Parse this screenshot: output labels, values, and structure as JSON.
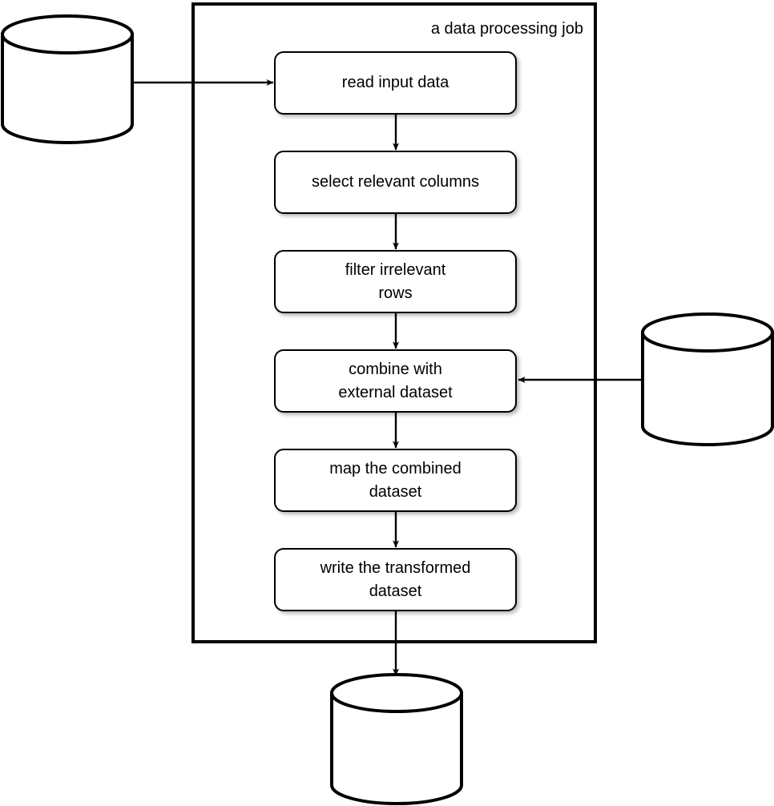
{
  "diagram": {
    "type": "flowchart",
    "title": "a data processing job",
    "container": {
      "label": "a data processing job",
      "name": "data-processing-job-container"
    },
    "steps": [
      {
        "id": "read-input-data",
        "label": "read input data"
      },
      {
        "id": "select-relevant-columns",
        "label": "select relevant columns"
      },
      {
        "id": "filter-irrelevant-rows",
        "label": "filter irrelevant\nrows"
      },
      {
        "id": "combine-with-external-dataset",
        "label": "combine with\nexternal dataset"
      },
      {
        "id": "map-the-combined-dataset",
        "label": "map the combined\ndataset"
      },
      {
        "id": "write-the-transformed-dataset",
        "label": "write the transformed\ndataset"
      }
    ],
    "datastores": [
      {
        "id": "input-datastore",
        "label": "",
        "position": "left"
      },
      {
        "id": "external-datastore",
        "label": "",
        "position": "right"
      },
      {
        "id": "output-datastore",
        "label": "",
        "position": "bottom"
      }
    ],
    "connections": [
      {
        "from": "input-datastore",
        "to": "read-input-data",
        "direction": "right"
      },
      {
        "from": "read-input-data",
        "to": "select-relevant-columns",
        "direction": "down"
      },
      {
        "from": "select-relevant-columns",
        "to": "filter-irrelevant-rows",
        "direction": "down"
      },
      {
        "from": "filter-irrelevant-rows",
        "to": "combine-with-external-dataset",
        "direction": "down"
      },
      {
        "from": "external-datastore",
        "to": "combine-with-external-dataset",
        "direction": "left"
      },
      {
        "from": "combine-with-external-dataset",
        "to": "map-the-combined-dataset",
        "direction": "down"
      },
      {
        "from": "map-the-combined-dataset",
        "to": "write-the-transformed-dataset",
        "direction": "down"
      },
      {
        "from": "write-the-transformed-dataset",
        "to": "output-datastore",
        "direction": "down"
      }
    ],
    "colors": {
      "stroke": "#000000",
      "fill": "#ffffff",
      "text": "#000000"
    }
  }
}
